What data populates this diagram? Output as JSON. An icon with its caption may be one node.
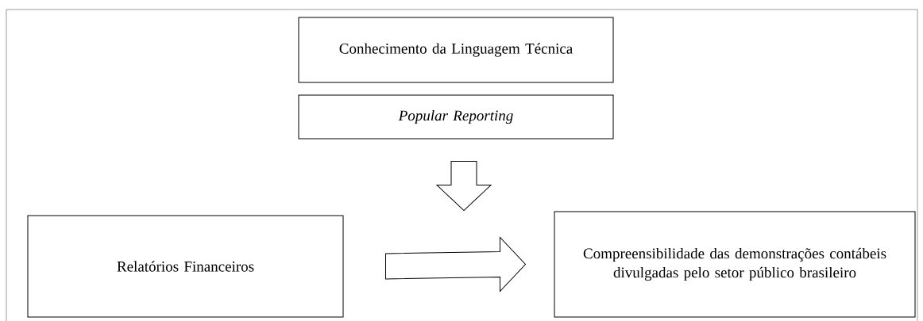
{
  "diagram": {
    "nodes": [
      {
        "text": [
          "Conhecimento da Linguagem Técnica"
        ]
      },
      {
        "text": [
          "Popular Reporting"
        ]
      },
      {
        "text": [
          "Relatórios Financeiros"
        ]
      },
      {
        "text": [
          "Compreensibilidade das demonstrações contábeis divulgadas pelo setor público brasileiro"
        ]
      }
    ],
    "edges": [
      {
        "from": 1,
        "to": null,
        "arrow": "to"
      },
      {
        "from": 2,
        "to": 3,
        "arrow": "to"
      }
    ]
  }
}
